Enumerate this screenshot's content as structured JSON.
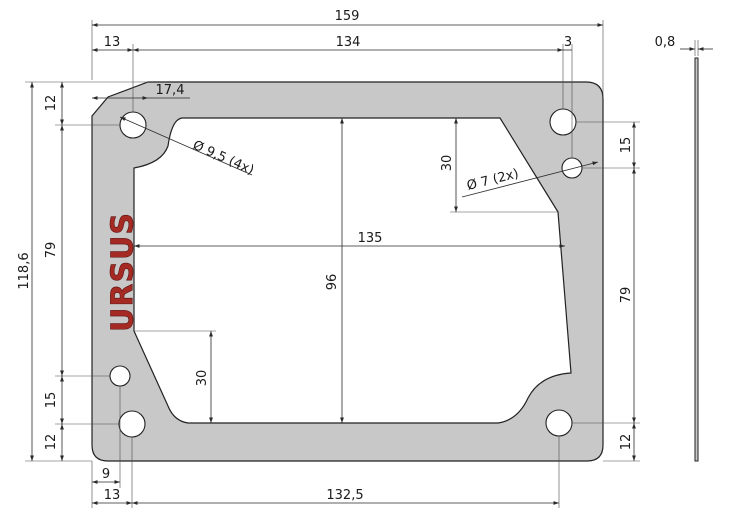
{
  "drawing": {
    "logo_text": "URSUS",
    "colors": {
      "part_fill": "#c8c8c8",
      "outline": "#222222",
      "logo": "#a62a24"
    },
    "dimensions": {
      "overall_width": "159",
      "inner_span_top": "134",
      "left_offset_top": "13",
      "right_offset_top": "3",
      "corner_chamfer": "17,4",
      "top_hole_offset": "12",
      "left_span_79": "79",
      "overall_height": "118,6",
      "left_small_hole_15": "15",
      "bottom_hole_offset_left": "12",
      "small_hole_x": "9",
      "bottom_left_offset": "13",
      "bottom_span": "132,5",
      "inner_width": "135",
      "inner_height": "96",
      "upper_notch_30": "30",
      "lower_notch_30": "30",
      "right_small_hole_15": "15",
      "right_span_79": "79",
      "bottom_hole_offset_right": "12",
      "thickness": "0,8",
      "big_hole_diameter": "Ø 9,5 (4x)",
      "small_hole_diameter": "Ø 7 (2x)"
    }
  }
}
